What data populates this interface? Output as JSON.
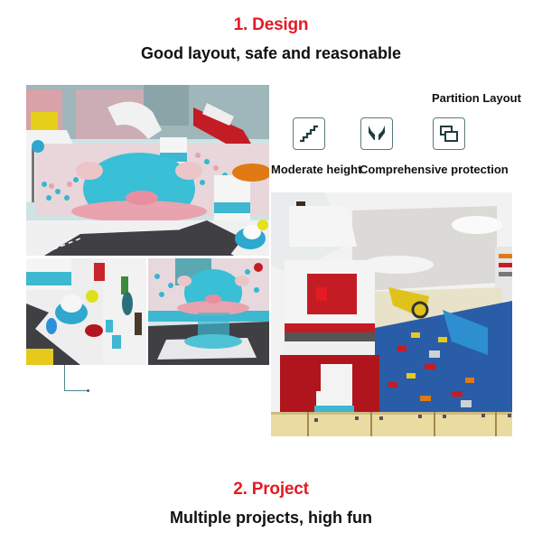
{
  "section1": {
    "number_title": "1. Design",
    "subtitle": "Good layout, safe and reasonable"
  },
  "features": [
    {
      "label": "Moderate height",
      "icon": "stairs-icon"
    },
    {
      "label": "Comprehensive protection",
      "icon": "protecting-hands-icon"
    },
    {
      "label": "Partition Layout",
      "icon": "overlapping-squares-icon"
    }
  ],
  "images": {
    "top_left": "Indoor playground overview with clown carousel, ball pit and slides",
    "bottom_left_a": "Ride-on toys and play cars area",
    "bottom_left_b": "Clown carousel on road-mat floor",
    "right": "Building-block zone with red brick house and foam blocks"
  },
  "section2": {
    "number_title": "2. Project",
    "subtitle": "Multiple projects, high fun"
  },
  "colors": {
    "accent_red": "#e31b23",
    "icon_stroke": "#1f3d3d",
    "icon_border": "#5a7a7a",
    "connector_line": "#4d8a8f"
  }
}
